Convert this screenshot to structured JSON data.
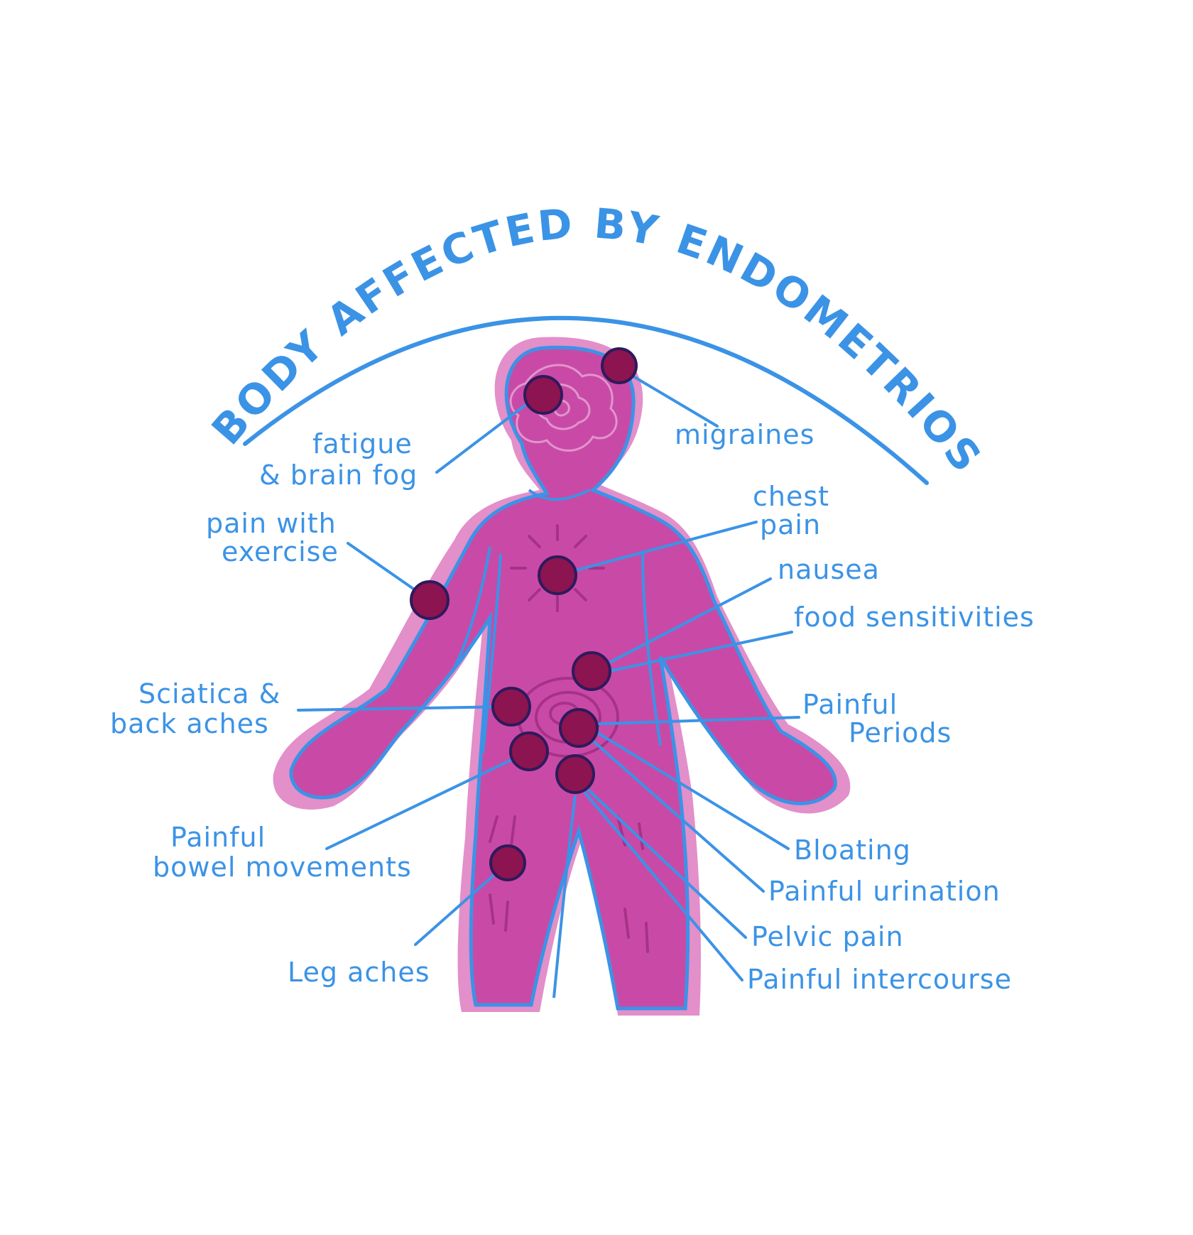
{
  "title": "A BODY AFFECTED BY ENDOMETRIOSIS",
  "colors": {
    "ink_blue": "#3b93e6",
    "body_magenta": "#c94aa6",
    "body_outline_pink": "#e28fca",
    "spot_dark": "#8c1450",
    "spot_outline": "#2e1a5c",
    "texture": "#a63288"
  },
  "labels": {
    "fatigue_line1": "fatigue",
    "fatigue_line2": "& brain fog",
    "migraines": "migraines",
    "chest_line1": "chest",
    "chest_line2": "pain",
    "exercise_line1": "pain with",
    "exercise_line2": "exercise",
    "nausea": "nausea",
    "food_sensitivities": "food sensitivities",
    "sciatica_line1": "Sciatica &",
    "sciatica_line2": "back aches",
    "periods_line1": "Painful",
    "periods_line2": "Periods",
    "bowel_line1": "Painful",
    "bowel_line2": "bowel movements",
    "bloating": "Bloating",
    "urination": "Painful urination",
    "leg_aches": "Leg aches",
    "pelvic_pain": "Pelvic pain",
    "intercourse": "Painful intercourse"
  }
}
